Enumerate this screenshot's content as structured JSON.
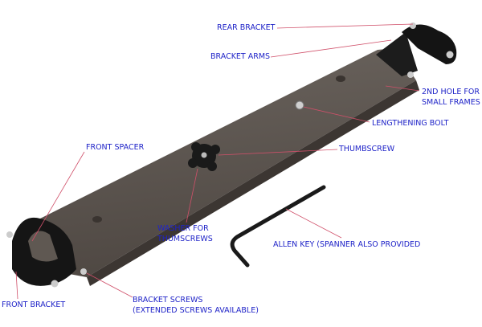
{
  "colors": {
    "label": "#1f23c8",
    "leader": "#d0506a",
    "bar": "#5f5852"
  },
  "labels": {
    "rear_bracket": "REAR BRACKET",
    "bracket_arms": "BRACKET ARMS",
    "second_hole_1": "2ND HOLE FOR",
    "second_hole_2": "SMALL FRAMES",
    "lengthening_bolt": "LENGTHENING BOLT",
    "thumbscrew": "THUMBSCREW",
    "front_spacer": "FRONT SPACER",
    "washer_1": "WASHER FOR",
    "washer_2": "THUMSCREWS",
    "allen_key": "ALLEN KEY (SPANNER ALSO PROVIDED",
    "front_bracket": "FRONT BRACKET",
    "bracket_screws_1": "BRACKET SCREWS",
    "bracket_screws_2": "(EXTENDED SCREWS AVAILABLE)"
  }
}
